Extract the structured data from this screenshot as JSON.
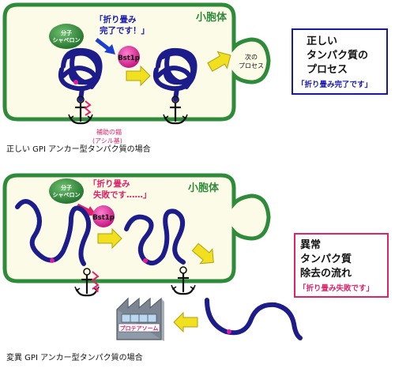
{
  "top": {
    "organelle_label": "小胞体",
    "chaperone_label": [
      "分子",
      "シャペロン"
    ],
    "speech": [
      "「折り畳み",
      "完了です！」"
    ],
    "enzyme_label": "Bst1p",
    "next_process": [
      "次の",
      "プロセス"
    ],
    "anchor_note": [
      "補助の錨",
      "(アシル基)"
    ],
    "caption": "正しい GPI アンカー型タンパク質の場合",
    "info_box": {
      "lines": [
        "正しい",
        "タンパク質の",
        "プロセス"
      ],
      "sub": "「折り畳み完了です」",
      "border_color": "#1a1aa0"
    }
  },
  "bottom": {
    "organelle_label": "小胞体",
    "chaperone_label": [
      "分子",
      "シャペロン"
    ],
    "speech": [
      "「折り畳み",
      "失敗です……」"
    ],
    "enzyme_label": "Bst1p",
    "proteasome_label": "プロテアソーム",
    "caption": "変異 GPI アンカー型タンパク質の場合",
    "info_box": {
      "lines": [
        "異常",
        "タンパク質",
        "除去の流れ"
      ],
      "sub": "「折り畳み失敗です」",
      "border_color": "#e0226a"
    }
  },
  "colors": {
    "membrane": "#2e8b3a",
    "organelle_fill": "#fbfbe8",
    "protein": "#1c1c8a",
    "enzyme": "#e8189a",
    "arrow": "#f0e020",
    "blue_text": "#1a1ab0",
    "pink_text": "#e0226a"
  }
}
